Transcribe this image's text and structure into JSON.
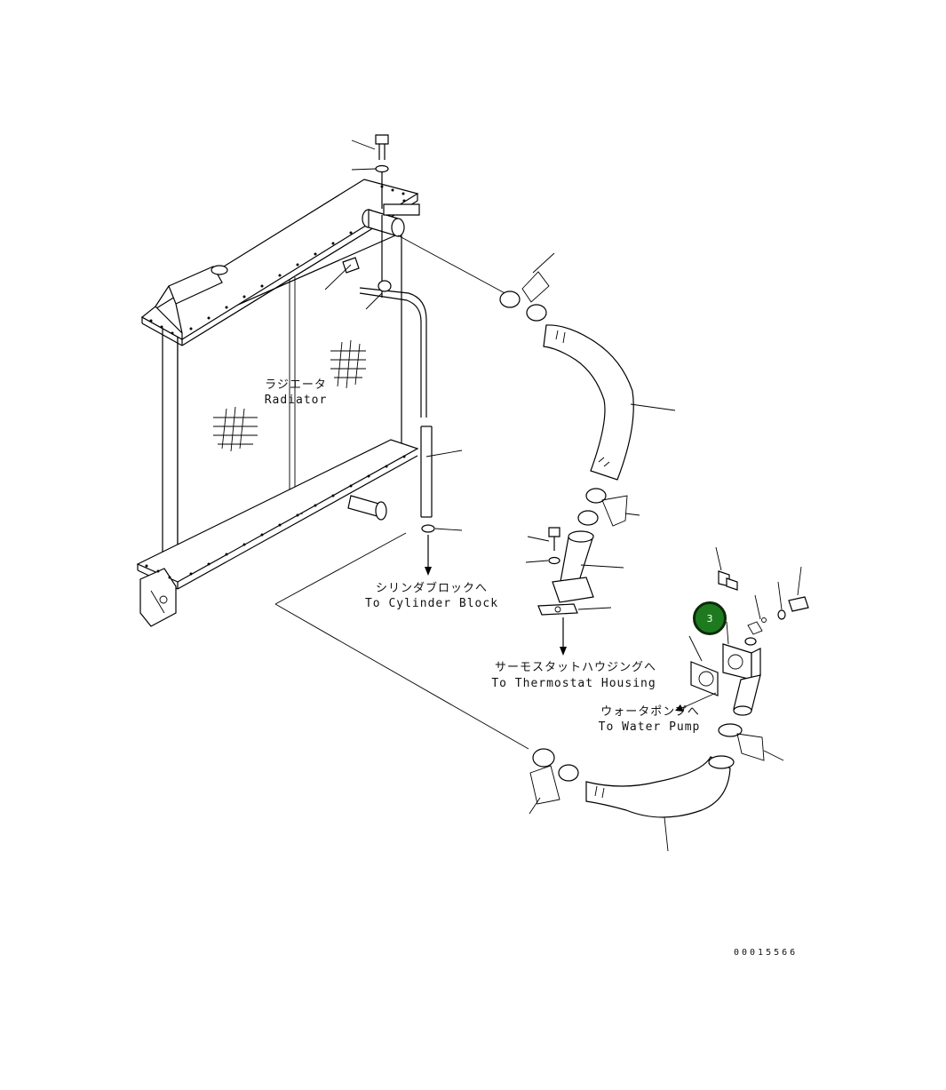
{
  "labels": {
    "radiator_jp": "ラジエータ",
    "radiator_en": "Radiator",
    "cylinder_block_jp": "シリンダブロックへ",
    "cylinder_block_en": "To Cylinder Block",
    "thermostat_jp": "サーモスタットハウジングへ",
    "thermostat_en": "To Thermostat Housing",
    "water_pump_jp": "ウォータポンプへ",
    "water_pump_en": "To Water Pump"
  },
  "callout": {
    "number": "3",
    "color": "#1e7a1e"
  },
  "drawing_number": "00015566"
}
